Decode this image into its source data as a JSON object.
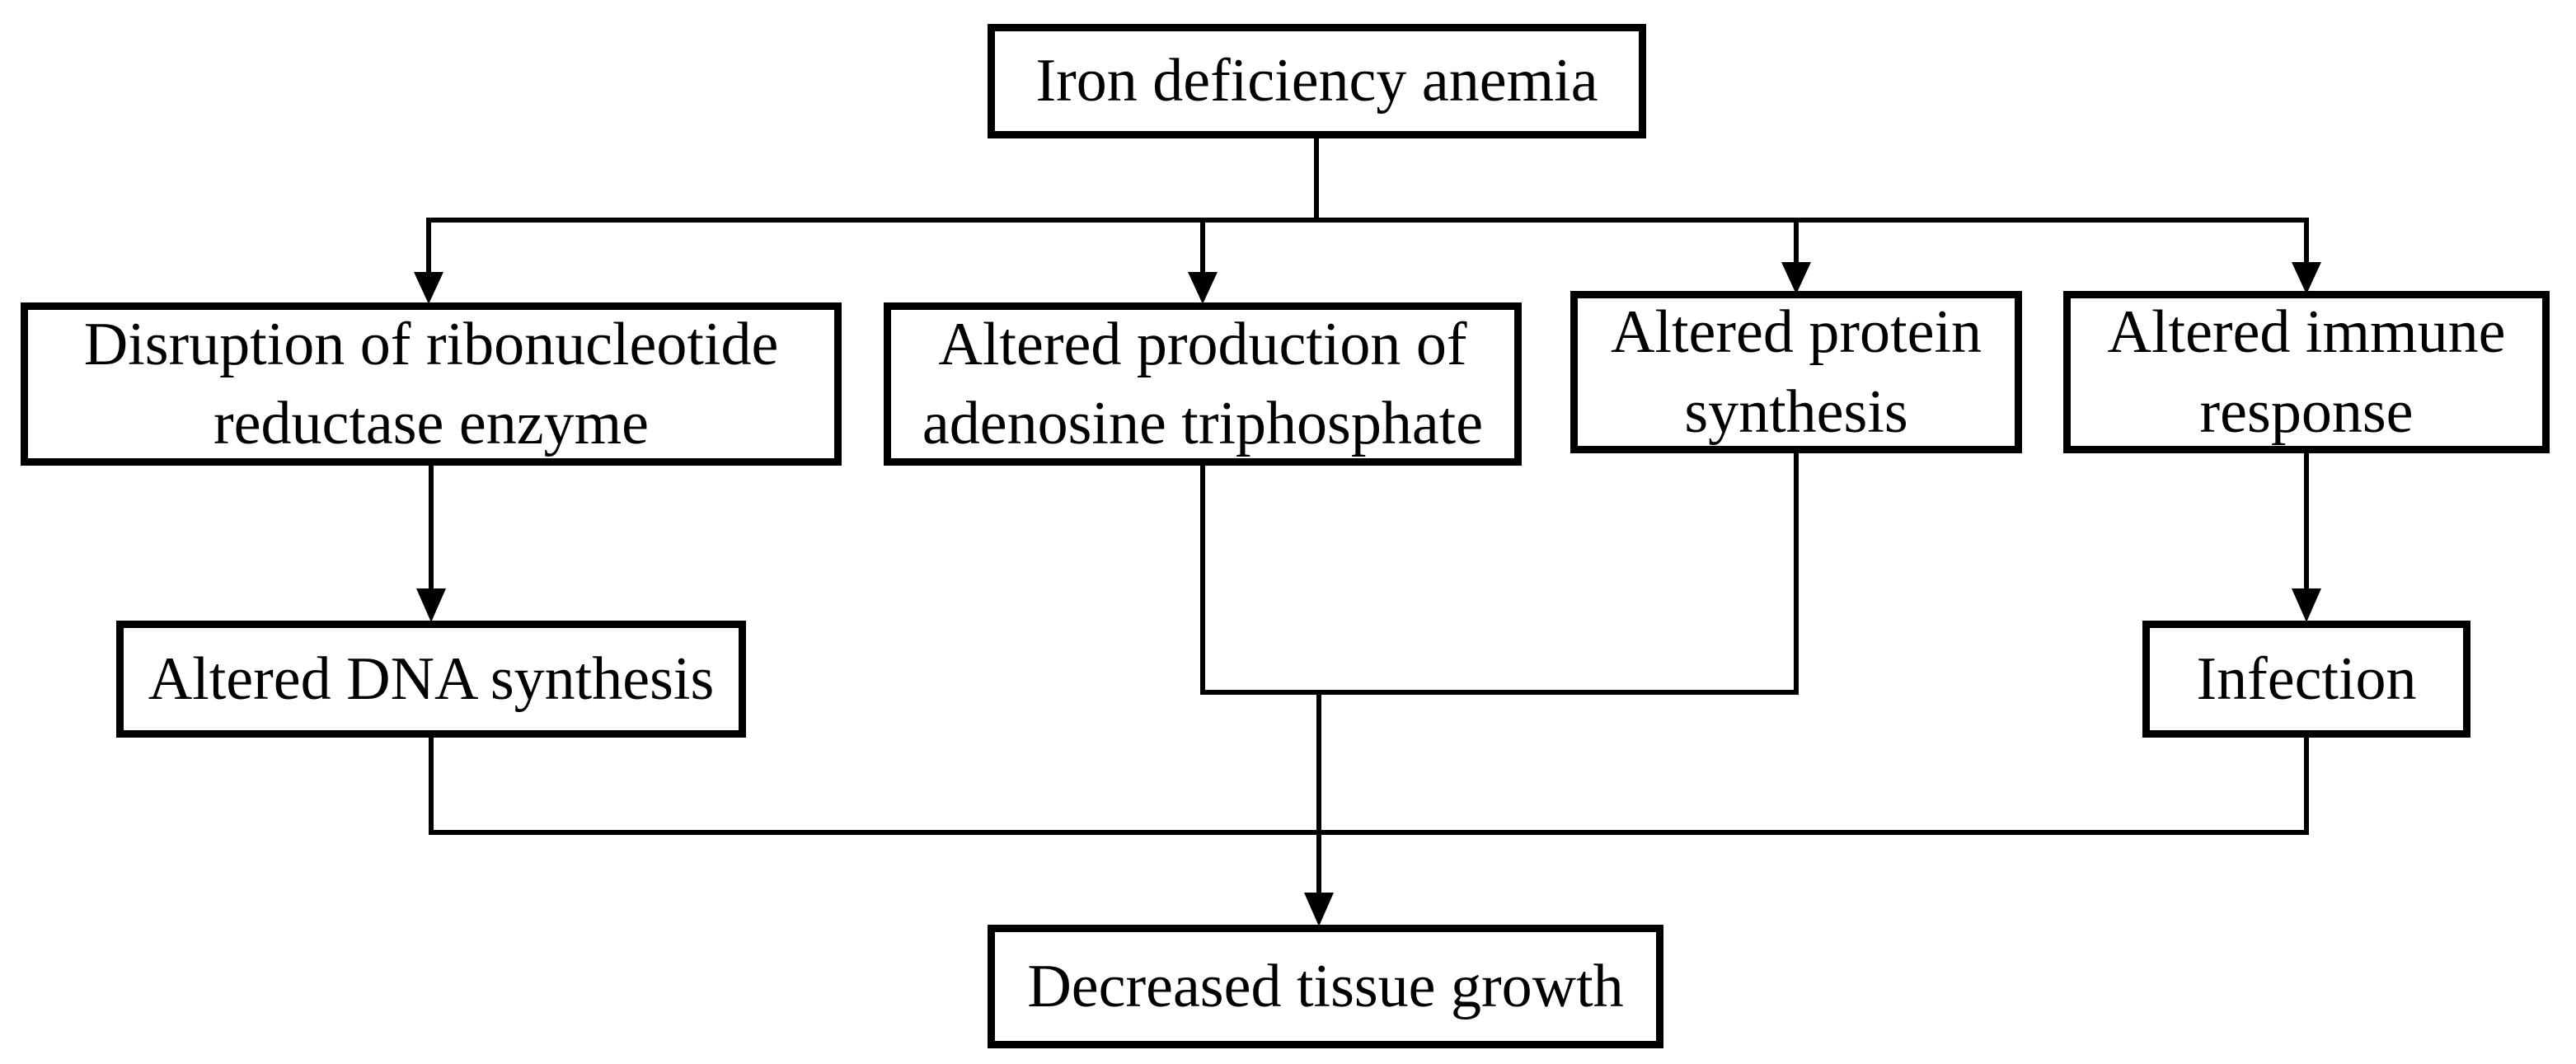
{
  "diagram": {
    "type": "flowchart",
    "background_color": "#ffffff",
    "line_color": "#000000",
    "box_fill_color": "#ffffff",
    "nodes": {
      "root": {
        "label": "Iron deficiency anemia"
      },
      "ribonucleotide": {
        "label": "Disruption of ribonucleotide reductase enzyme"
      },
      "atp": {
        "label": "Altered production of adenosine triphosphate"
      },
      "protein": {
        "label": "Altered protein synthesis"
      },
      "immune": {
        "label": "Altered immune response"
      },
      "dna": {
        "label": "Altered DNA synthesis"
      },
      "infection": {
        "label": "Infection"
      },
      "growth": {
        "label": "Decreased tissue growth"
      }
    },
    "edges": [
      {
        "from": "Iron deficiency anemia",
        "to": "Disruption of ribonucleotide reductase enzyme"
      },
      {
        "from": "Iron deficiency anemia",
        "to": "Altered production of adenosine triphosphate"
      },
      {
        "from": "Iron deficiency anemia",
        "to": "Altered protein synthesis"
      },
      {
        "from": "Iron deficiency anemia",
        "to": "Altered immune response"
      },
      {
        "from": "Disruption of ribonucleotide reductase enzyme",
        "to": "Altered DNA synthesis"
      },
      {
        "from": "Altered immune response",
        "to": "Infection"
      },
      {
        "from": "Altered production of adenosine triphosphate",
        "to": "Decreased tissue growth"
      },
      {
        "from": "Altered protein synthesis",
        "to": "Decreased tissue growth"
      },
      {
        "from": "Altered DNA synthesis",
        "to": "Decreased tissue growth"
      },
      {
        "from": "Infection",
        "to": "Decreased tissue growth"
      }
    ]
  }
}
